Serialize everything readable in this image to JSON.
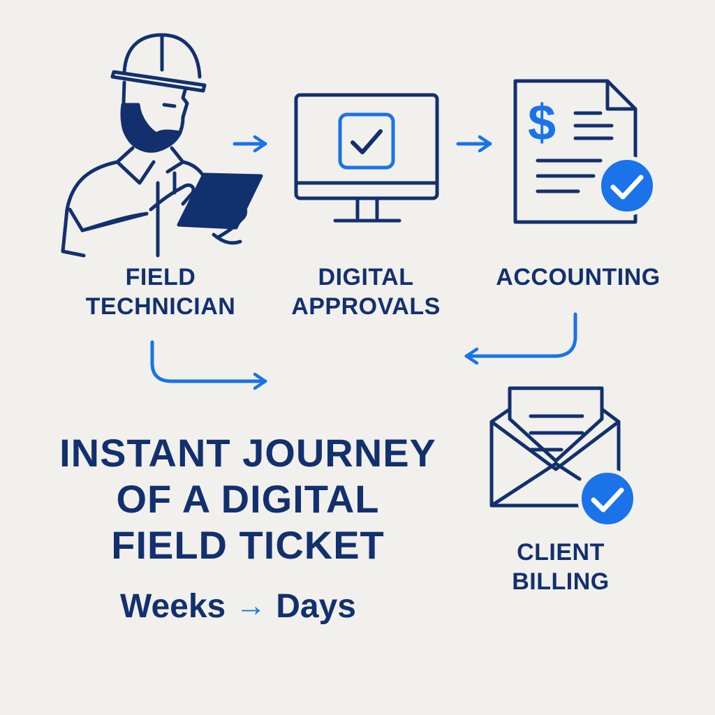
{
  "colors": {
    "navy": "#13306e",
    "blue": "#1a73e8",
    "background": "#f1f0ec"
  },
  "nodes": [
    {
      "id": "field-technician",
      "label_lines": [
        "FIELD",
        "TECHNICIAN"
      ],
      "icon": "technician-with-tablet-icon"
    },
    {
      "id": "digital-approvals",
      "label_lines": [
        "DIGITAL",
        "APPROVALS"
      ],
      "icon": "monitor-checkbox-icon"
    },
    {
      "id": "accounting",
      "label_lines": [
        "ACCOUNTING"
      ],
      "icon": "invoice-document-check-icon"
    },
    {
      "id": "client-billing",
      "label_lines": [
        "CLIENT",
        "BILLING"
      ],
      "icon": "envelope-check-icon"
    }
  ],
  "edges": [
    {
      "from": "field-technician",
      "to": "digital-approvals"
    },
    {
      "from": "digital-approvals",
      "to": "accounting"
    },
    {
      "from": "accounting",
      "to": "center"
    },
    {
      "from": "field-technician",
      "to": "center"
    }
  ],
  "title_lines": [
    "INSTANT JOURNEY",
    "OF A DIGITAL",
    "FIELD TICKET"
  ],
  "tagline": {
    "from": "Weeks",
    "arrow": "→",
    "to": "Days"
  }
}
